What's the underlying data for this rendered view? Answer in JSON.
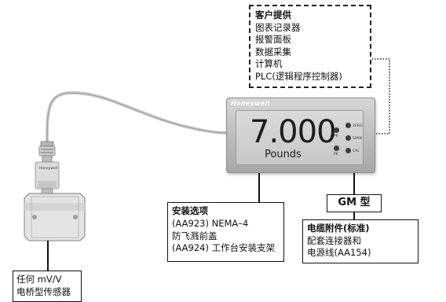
{
  "customer_box": {
    "title": "客户提供",
    "items": [
      "图表记录器",
      "报警面板",
      "数据采集",
      "计算机",
      "PLC(逻辑程序控制器)"
    ]
  },
  "meter": {
    "brand": "Honeywell",
    "value": "7.000",
    "unit": "Pounds",
    "buttons": [
      "ZERO",
      "SPAN",
      "CAL"
    ],
    "indicators": [
      "PK",
      "PK"
    ]
  },
  "sensor": {
    "brand": "Honeywell"
  },
  "install_box": {
    "title": "安装选项",
    "lines": [
      "(AA923) NEMA–4",
      "防飞溅前盖",
      "(AA924) 工作台安装支架"
    ]
  },
  "gm_box": {
    "label": "GM 型"
  },
  "cable_box": {
    "title": "电缆附件(标准)",
    "lines": [
      "配套连接器和",
      "电源线(AA154)"
    ]
  },
  "sensor_box": {
    "lines": [
      "任何 mV/V",
      "电桥型传感器"
    ]
  }
}
